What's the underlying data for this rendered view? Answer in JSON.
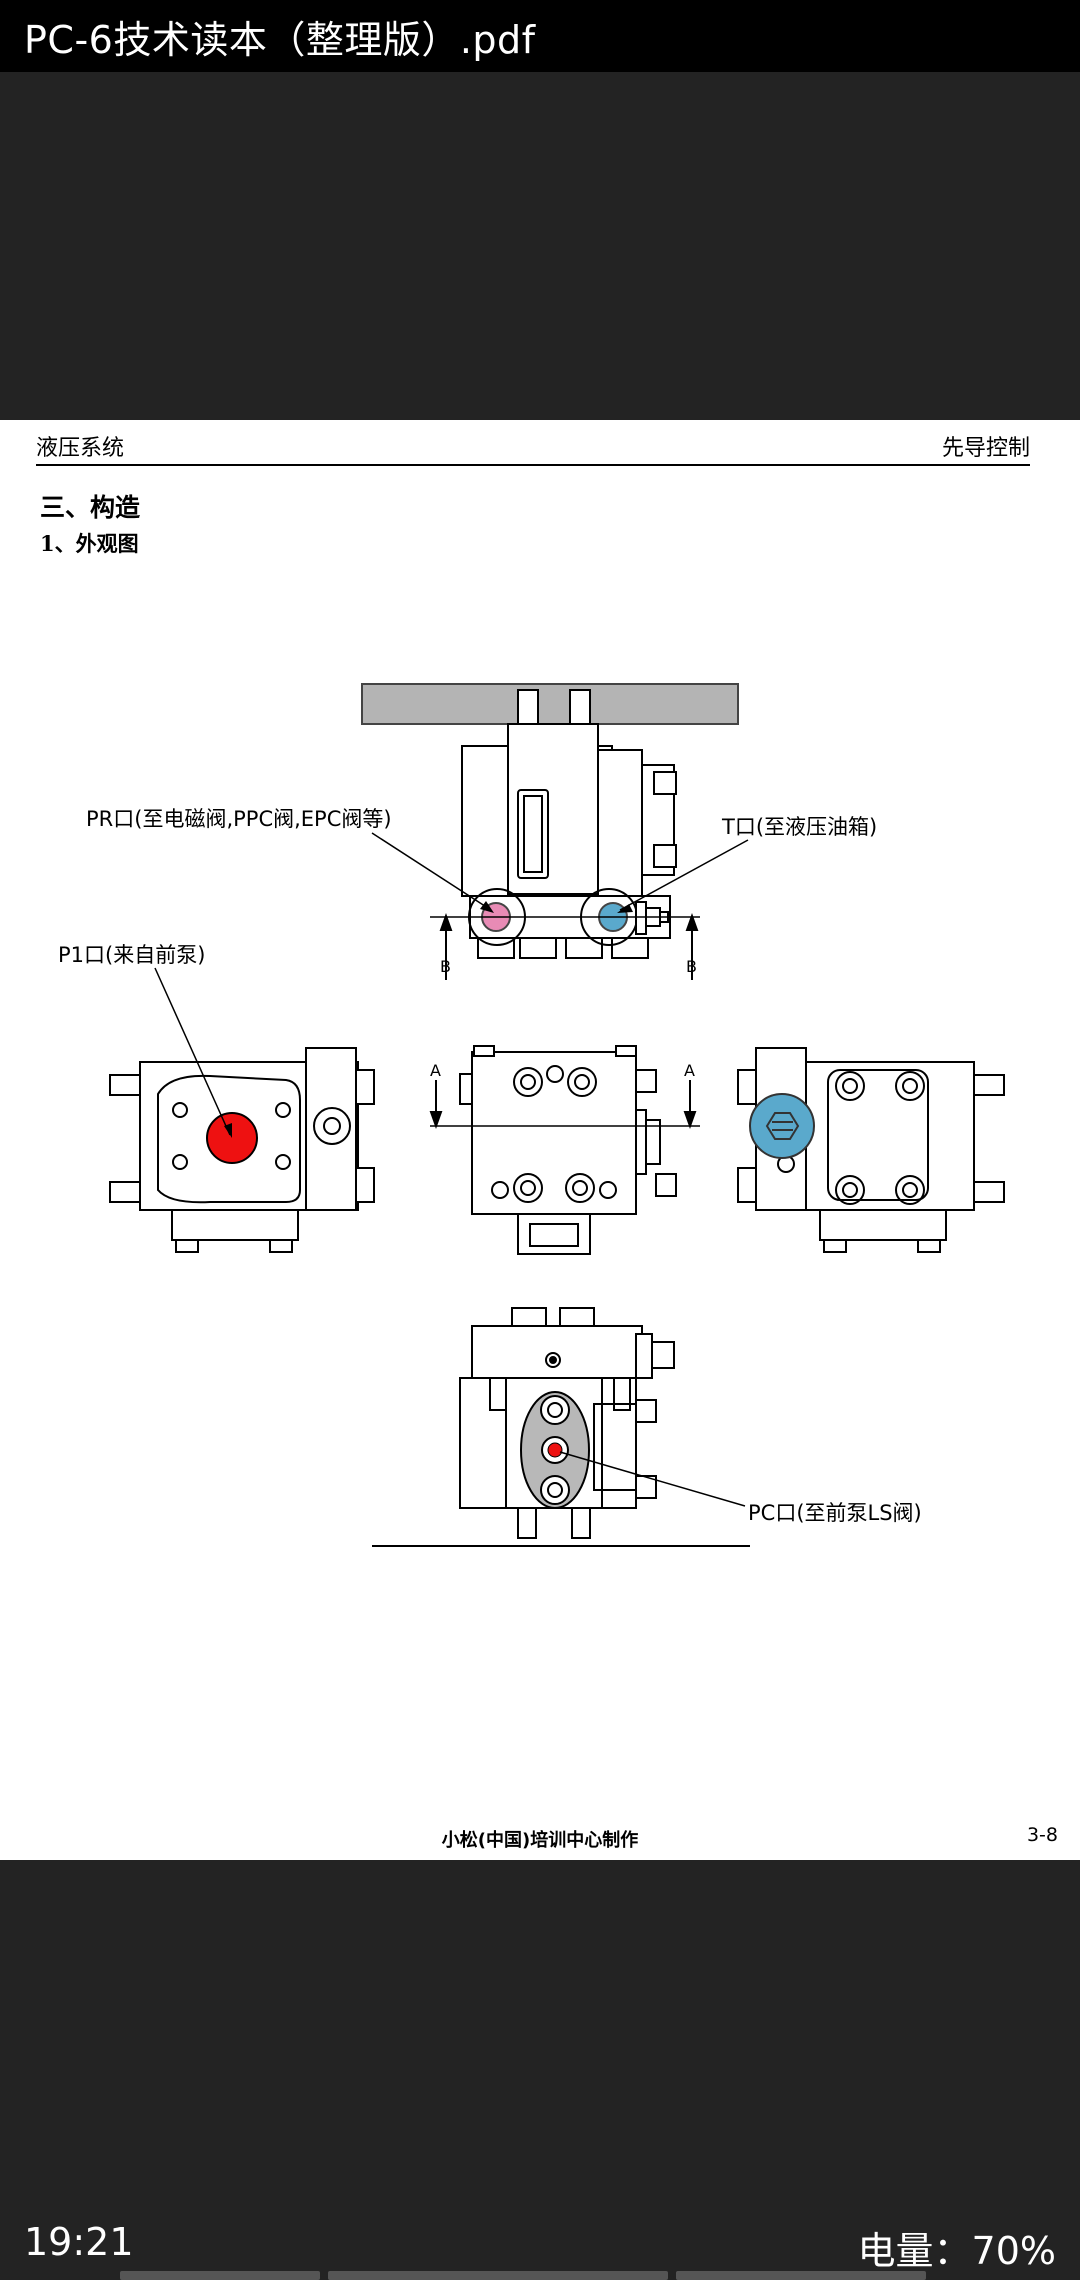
{
  "app": {
    "title": "PC-6技术读本（整理版）.pdf"
  },
  "page": {
    "header_left": "液压系统",
    "header_right": "先导控制",
    "section_title": "三、构造",
    "subsection_title": "1、外观图",
    "labels": {
      "pr": "PR口(至电磁阀,PPC阀,EPC阀等)",
      "t": "T口(至液压油箱)",
      "p1": "P1口(来自前泵)",
      "pc": "PC口(至前泵LS阀)",
      "b_left": "B",
      "b_right": "B",
      "a_left": "A",
      "a_right": "A"
    },
    "footer_center": "小松(中国)培训中心制作",
    "footer_page": "3-8"
  },
  "colors": {
    "pr_port": "#e88bb5",
    "t_port": "#5aa9cc",
    "p1_port": "#ee1111",
    "pc_port": "#ee1111",
    "bracket": "#b4b4b4"
  },
  "status": {
    "time": "19:21",
    "battery": "电量：70%"
  }
}
